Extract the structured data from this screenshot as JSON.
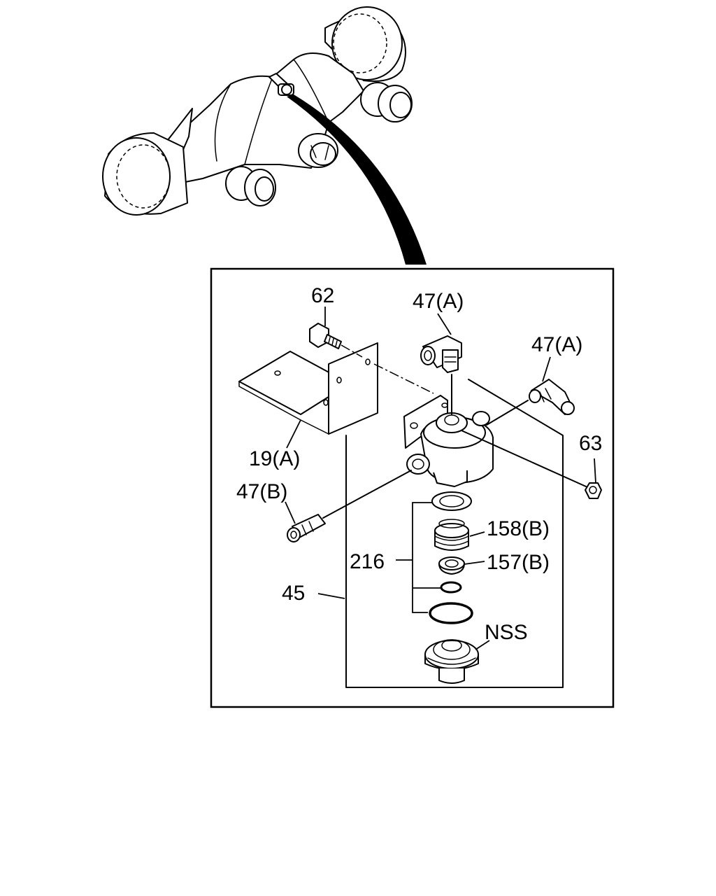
{
  "diagram": {
    "callouts": {
      "c62": "62",
      "c47a_top": "47(A)",
      "c47a_right": "47(A)",
      "c63": "63",
      "c19a": "19(A)",
      "c47b": "47(B)",
      "c158b": "158(B)",
      "c216": "216",
      "c157b": "157(B)",
      "c45": "45",
      "cnss": "NSS"
    }
  }
}
